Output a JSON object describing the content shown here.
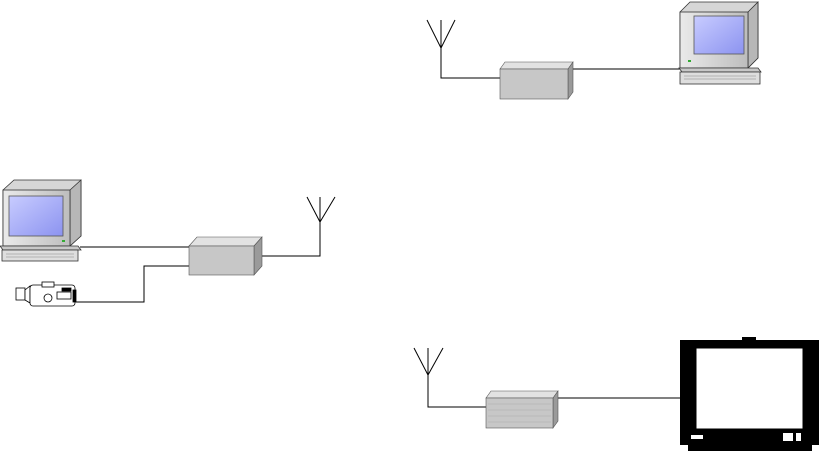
{
  "diagram": {
    "nodes": [
      {
        "id": "pc-left",
        "kind": "desktop-computer",
        "icon": "desktop-computer-icon"
      },
      {
        "id": "camcorder",
        "kind": "video-camera",
        "icon": "camcorder-icon"
      },
      {
        "id": "tx-box-left",
        "kind": "radio-transceiver-box",
        "icon": "transceiver-box-icon"
      },
      {
        "id": "antenna-left",
        "kind": "antenna",
        "icon": "antenna-icon"
      },
      {
        "id": "antenna-top",
        "kind": "antenna",
        "icon": "antenna-icon"
      },
      {
        "id": "rx-box-top",
        "kind": "radio-transceiver-box",
        "icon": "transceiver-box-icon"
      },
      {
        "id": "pc-right",
        "kind": "desktop-computer",
        "icon": "desktop-computer-icon"
      },
      {
        "id": "antenna-bottom",
        "kind": "antenna",
        "icon": "antenna-icon"
      },
      {
        "id": "rx-box-bottom",
        "kind": "radio-transceiver-box",
        "icon": "transceiver-box-icon"
      },
      {
        "id": "tv",
        "kind": "television",
        "icon": "television-icon"
      }
    ],
    "links": [
      {
        "from": "pc-left",
        "to": "tx-box-left"
      },
      {
        "from": "camcorder",
        "to": "tx-box-left"
      },
      {
        "from": "tx-box-left",
        "to": "antenna-left"
      },
      {
        "from": "antenna-top",
        "to": "rx-box-top"
      },
      {
        "from": "rx-box-top",
        "to": "pc-right"
      },
      {
        "from": "antenna-bottom",
        "to": "rx-box-bottom"
      },
      {
        "from": "rx-box-bottom",
        "to": "tv"
      }
    ],
    "colors": {
      "line": "#000000",
      "box_front": "#c7c7c7",
      "box_top": "#e2e2e2",
      "box_side": "#9a9a9a",
      "computer_case": "#d4d4d4",
      "screen": "#a8aef8",
      "tv_body": "#000000",
      "tv_screen": "#ffffff"
    }
  }
}
